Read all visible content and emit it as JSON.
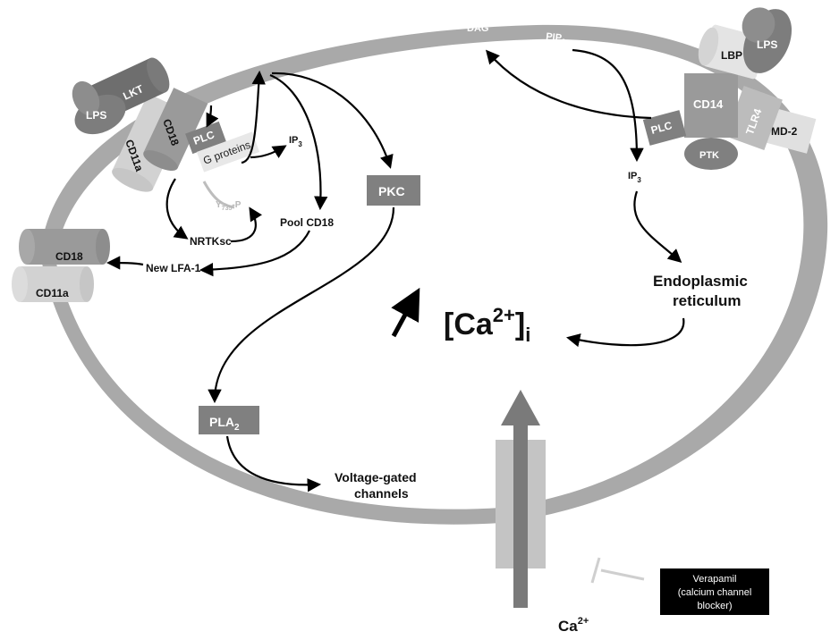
{
  "membrane": {
    "dag_left": "DAG",
    "pip2_left": "PIP",
    "pip2_left_sub": "2",
    "dag_right": "DAG",
    "pip2_right": "PIP",
    "pip2_right_sub": "2"
  },
  "left_receptor": {
    "lkt": "LKT",
    "lps": "LPS",
    "cd18": "CD18",
    "cd11a": "CD11a",
    "plc": "PLC",
    "g_proteins": "G proteins"
  },
  "left_signaling": {
    "ip3": "IP",
    "ip3_sub": "3",
    "y735p_y": "Y",
    "y735p_sub": "735",
    "y735p_p": "-P",
    "nrtksc": "NRTKsc",
    "pool_cd18": "Pool CD18",
    "new_lfa1": "New LFA-1"
  },
  "lfa1_receptor": {
    "cd18": "CD18",
    "cd11a": "CD11a"
  },
  "center": {
    "pkc": "PKC",
    "pla2": "PLA",
    "pla2_sub": "2",
    "voltage_gated_line1": "Voltage-gated",
    "voltage_gated_line2": "channels",
    "ca_i_open": "[Ca",
    "ca_i_sup": "2+",
    "ca_i_close": "]",
    "ca_i_sub": "i"
  },
  "right_receptor": {
    "lbp": "LBP",
    "lps": "LPS",
    "cd14": "CD14",
    "tlr4": "TLR4",
    "md2": "MD-2",
    "plc": "PLC",
    "ptk": "PTK"
  },
  "right_signaling": {
    "ip3": "IP",
    "ip3_sub": "3",
    "er_line1": "Endoplasmic",
    "er_line2": "reticulum"
  },
  "channel": {
    "ca_ext": "Ca",
    "ca_ext_sup": "2+",
    "verapamil_line1": "Verapamil",
    "verapamil_line2": "(calcium channel",
    "verapamil_line3": "blocker)"
  },
  "colors": {
    "membrane": "#a9a9a9",
    "dark_box": "#808080",
    "light_cyl": "#d2d2d2",
    "mid_cyl": "#9a9a9a",
    "dark_cyl": "#6e6e6e"
  }
}
